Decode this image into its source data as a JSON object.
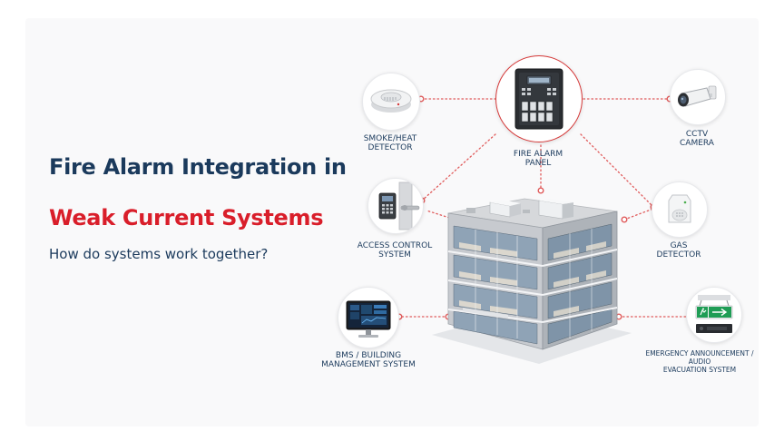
{
  "heading": {
    "line1": "Fire Alarm Integration in",
    "line2": "Weak Current Systems",
    "subtitle": "How do systems work together?"
  },
  "nodes": {
    "smoke": {
      "line1": "SMOKE/HEAT",
      "line2": "DETECTOR",
      "icon": "smoke-detector-icon"
    },
    "panel": {
      "line1": "FIRE ALARM",
      "line2": "PANEL",
      "icon": "fire-alarm-panel-icon"
    },
    "cctv": {
      "line1": "CCTV",
      "line2": "CAMERA",
      "icon": "cctv-camera-icon"
    },
    "access": {
      "line1": "ACCESS CONTROL",
      "line2": "SYSTEM",
      "icon": "access-control-icon"
    },
    "gas": {
      "line1": "GAS",
      "line2": "DETECTOR",
      "icon": "gas-detector-icon"
    },
    "bms": {
      "line1": "BMS / BUILDING",
      "line2": "MANAGEMENT SYSTEM",
      "icon": "bms-monitor-icon"
    },
    "evac": {
      "line1": "EMERGENCY ANNOUNCEMENT /",
      "line2": "AUDIO",
      "line3": "EVACUATION SYSTEM",
      "icon": "exit-sign-icon"
    }
  },
  "colors": {
    "navy": "#1b3a5c",
    "red": "#d91e2a",
    "connector": "#e05a5a"
  }
}
